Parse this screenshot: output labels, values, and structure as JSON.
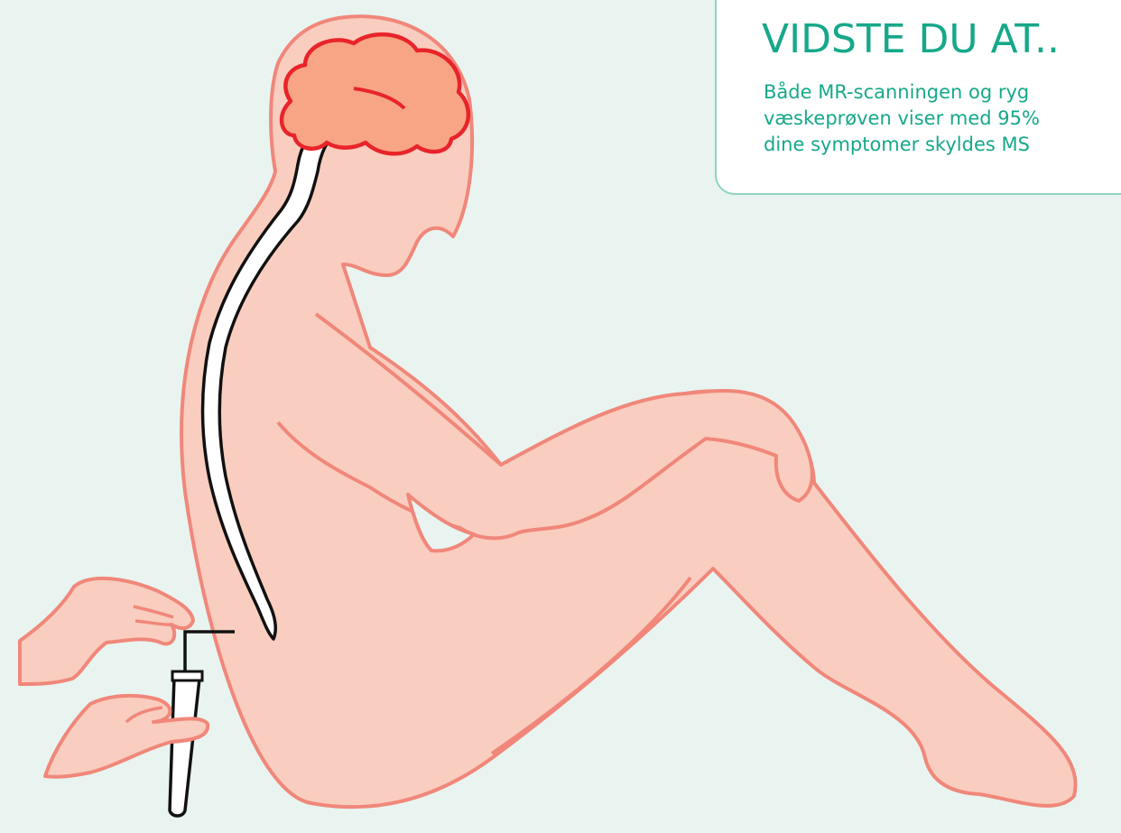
{
  "info_box": {
    "title": "VIDSTE DU AT..",
    "lines": [
      "Både MR-scanningen og ryg",
      "væskeprøven viser med 95%",
      "dine symptomer skyldes MS"
    ]
  },
  "colors": {
    "background": "#e9f4f0",
    "skin_fill": "#f9cdbf",
    "skin_outline": "#f0877a",
    "brain_fill": "#f7a584",
    "brain_outline": "#e8242a",
    "text_accent": "#16a88a",
    "card_border": "#8fd3c2"
  },
  "icons": [
    "seated-patient-icon",
    "brain-icon",
    "spinal-cord-icon",
    "hand-icon",
    "test-tube-icon",
    "needle-icon"
  ]
}
